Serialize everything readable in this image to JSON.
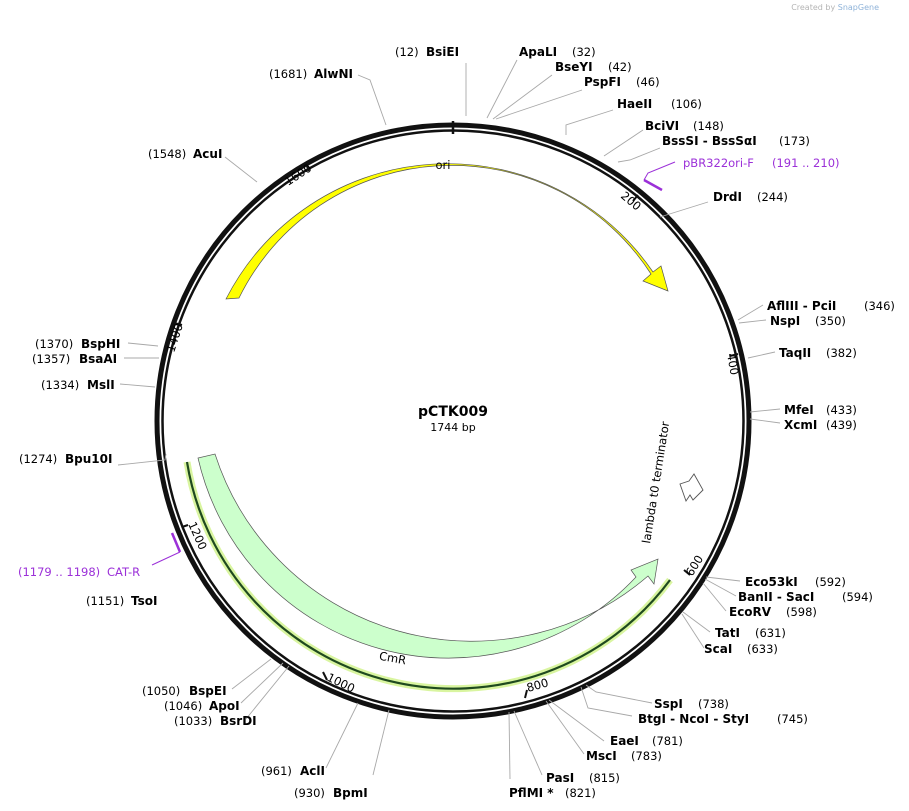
{
  "credit": {
    "text": "Created by",
    "brand": "SnapGene"
  },
  "plasmid": {
    "name": "pCTK009",
    "size_label": "1744 bp"
  },
  "features": [
    {
      "name": "ori"
    },
    {
      "name": "lambda t0 terminator"
    },
    {
      "name": "CmR"
    }
  ],
  "ticks": [
    "200",
    "400",
    "600",
    "800",
    "1000",
    "1200",
    "1400",
    "1600"
  ],
  "primers": [
    {
      "name": "pBR322ori-F",
      "pos": "(191 .. 210)"
    },
    {
      "name": "CAT-R",
      "pos": "(1179 .. 1198)"
    }
  ],
  "sites": [
    {
      "label": "BsiEI",
      "pos": "(12)"
    },
    {
      "label": "ApaLI",
      "pos": "(32)"
    },
    {
      "label": "BseYI",
      "pos": "(42)"
    },
    {
      "label": "PspFI",
      "pos": "(46)"
    },
    {
      "label": "HaeII",
      "pos": "(106)"
    },
    {
      "label": "BciVI",
      "pos": "(148)"
    },
    {
      "label": "BssSI  -  BssSαI",
      "pos": "(173)"
    },
    {
      "label": "DrdI",
      "pos": "(244)"
    },
    {
      "label": "AflIII  -  PciI",
      "pos": "(346)"
    },
    {
      "label": "NspI",
      "pos": "(350)"
    },
    {
      "label": "TaqII",
      "pos": "(382)"
    },
    {
      "label": "MfeI",
      "pos": "(433)"
    },
    {
      "label": "XcmI",
      "pos": "(439)"
    },
    {
      "label": "Eco53kI",
      "pos": "(592)"
    },
    {
      "label": "BanII  -  SacI",
      "pos": "(594)"
    },
    {
      "label": "EcoRV",
      "pos": "(598)"
    },
    {
      "label": "TatI",
      "pos": "(631)"
    },
    {
      "label": "ScaI",
      "pos": "(633)"
    },
    {
      "label": "SspI",
      "pos": "(738)"
    },
    {
      "label": "BtgI  -  NcoI  -  StyI",
      "pos": "(745)"
    },
    {
      "label": "EaeI",
      "pos": "(781)"
    },
    {
      "label": "MscI",
      "pos": "(783)"
    },
    {
      "label": "PasI",
      "pos": "(815)"
    },
    {
      "label": "PflMI *",
      "pos": "(821)"
    },
    {
      "label": "BpmI",
      "pos": "(930)"
    },
    {
      "label": "AclI",
      "pos": "(961)"
    },
    {
      "label": "BsrDI",
      "pos": "(1033)"
    },
    {
      "label": "ApoI",
      "pos": "(1046)"
    },
    {
      "label": "BspEI",
      "pos": "(1050)"
    },
    {
      "label": "TsoI",
      "pos": "(1151)"
    },
    {
      "label": "Bpu10I",
      "pos": "(1274)"
    },
    {
      "label": "MslI",
      "pos": "(1334)"
    },
    {
      "label": "BsaAI",
      "pos": "(1357)"
    },
    {
      "label": "BspHI",
      "pos": "(1370)"
    },
    {
      "label": "AcuI",
      "pos": "(1548)"
    },
    {
      "label": "AlwNI",
      "pos": "(1681)"
    }
  ]
}
